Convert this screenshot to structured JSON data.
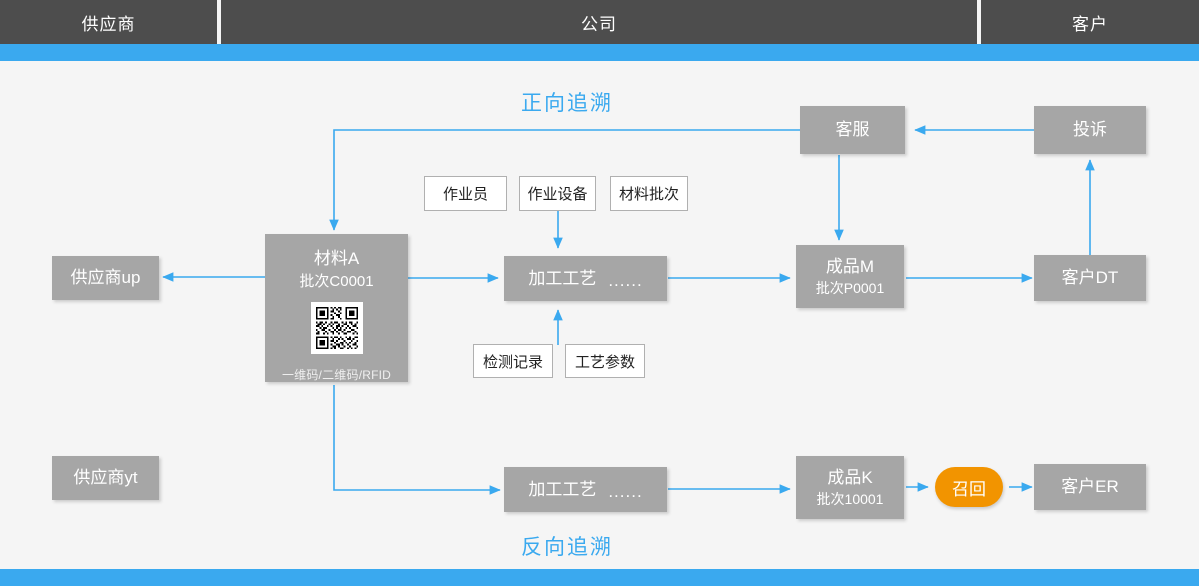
{
  "header": {
    "lanes": [
      {
        "label": "供应商"
      },
      {
        "label": "公司"
      },
      {
        "label": "客户"
      }
    ]
  },
  "captions": {
    "forward": "正向追溯",
    "reverse": "反向追溯"
  },
  "colors": {
    "accent_blue": "#3aa9ef",
    "header_gray": "#4d4d4d",
    "node_gray": "#a6a6a6",
    "recall_orange": "#f29400",
    "canvas": "#f5f5f5"
  },
  "nodes": {
    "supplier_up": {
      "title": "供应商up"
    },
    "supplier_yt": {
      "title": "供应商yt"
    },
    "material_a": {
      "title": "材料A",
      "batch": "批次C0001",
      "code_types": "一维码/二维码/RFID",
      "qr_icon": "qr-code-icon"
    },
    "process_top": {
      "title": "加工工艺",
      "dots": "......"
    },
    "process_bottom": {
      "title": "加工工艺",
      "dots": "......"
    },
    "product_m": {
      "title": "成品M",
      "batch": "批次P0001"
    },
    "product_k": {
      "title": "成品K",
      "batch": "批次10001"
    },
    "customer_service": {
      "title": "客服"
    },
    "complaint": {
      "title": "投诉"
    },
    "customer_dt": {
      "title": "客户DT"
    },
    "customer_er": {
      "title": "客户ER"
    },
    "recall": {
      "title": "召回"
    }
  },
  "tags": {
    "top_row": [
      {
        "label": "作业员"
      },
      {
        "label": "作业设备"
      },
      {
        "label": "材料批次"
      }
    ],
    "bottom_row": [
      {
        "label": "检测记录"
      },
      {
        "label": "工艺参数"
      }
    ]
  }
}
